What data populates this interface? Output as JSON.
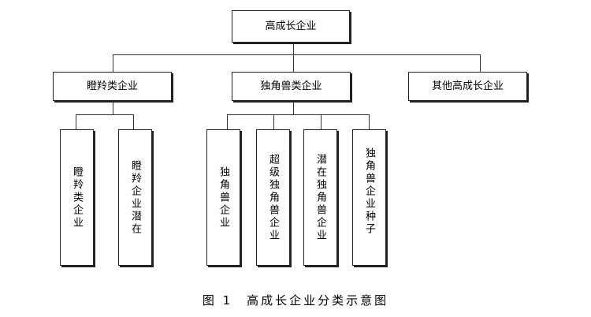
{
  "diagram": {
    "root": {
      "label": "高成长企业"
    },
    "level1": [
      {
        "label": "瞪羚类企业"
      },
      {
        "label": "独角兽类企业"
      },
      {
        "label": "其他高成长企业"
      }
    ],
    "gazelle_children": [
      {
        "label": "瞪羚类企业"
      },
      {
        "col1": "潜在",
        "col2": "瞪羚企业"
      }
    ],
    "unicorn_children": [
      {
        "label": "独角兽企业"
      },
      {
        "label": "超级独角兽企业"
      },
      {
        "label": "潜在独角兽企业"
      },
      {
        "col1": "种子",
        "col2": "独角兽企业"
      }
    ],
    "caption": "图 1　高成长企业分类示意图"
  }
}
